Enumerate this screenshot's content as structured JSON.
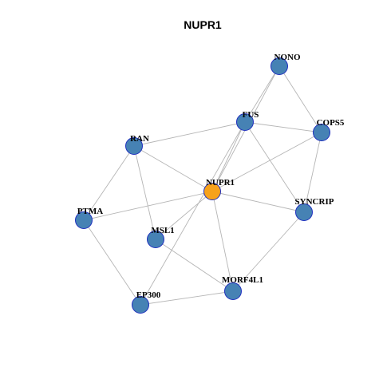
{
  "title": "NUPR1",
  "colors": {
    "center_node": "#F7A21B",
    "node": "#4682B4",
    "node_border": "#1F2FBF",
    "edge": "#B5B5B5"
  },
  "nodes": [
    {
      "id": "NUPR1",
      "label": "NUPR1",
      "center": true
    },
    {
      "id": "NONO",
      "label": "NONO"
    },
    {
      "id": "FUS",
      "label": "FUS"
    },
    {
      "id": "COPS5",
      "label": "COPS5"
    },
    {
      "id": "RAN",
      "label": "RAN"
    },
    {
      "id": "SYNCRIP",
      "label": "SYNCRIP"
    },
    {
      "id": "PTMA",
      "label": "PTMA"
    },
    {
      "id": "MSL1",
      "label": "MSL1"
    },
    {
      "id": "MORF4L1",
      "label": "MORF4L1"
    },
    {
      "id": "EP300",
      "label": "EP300"
    }
  ],
  "edges": [
    [
      "NONO",
      "FUS"
    ],
    [
      "NONO",
      "COPS5"
    ],
    [
      "NONO",
      "NUPR1"
    ],
    [
      "FUS",
      "COPS5"
    ],
    [
      "FUS",
      "RAN"
    ],
    [
      "FUS",
      "NUPR1"
    ],
    [
      "FUS",
      "SYNCRIP"
    ],
    [
      "FUS",
      "EP300"
    ],
    [
      "COPS5",
      "NUPR1"
    ],
    [
      "COPS5",
      "SYNCRIP"
    ],
    [
      "RAN",
      "NUPR1"
    ],
    [
      "RAN",
      "PTMA"
    ],
    [
      "RAN",
      "MSL1"
    ],
    [
      "NUPR1",
      "PTMA"
    ],
    [
      "NUPR1",
      "MSL1"
    ],
    [
      "NUPR1",
      "SYNCRIP"
    ],
    [
      "NUPR1",
      "MORF4L1"
    ],
    [
      "SYNCRIP",
      "MORF4L1"
    ],
    [
      "PTMA",
      "EP300"
    ],
    [
      "MSL1",
      "MORF4L1"
    ],
    [
      "MORF4L1",
      "EP300"
    ]
  ]
}
